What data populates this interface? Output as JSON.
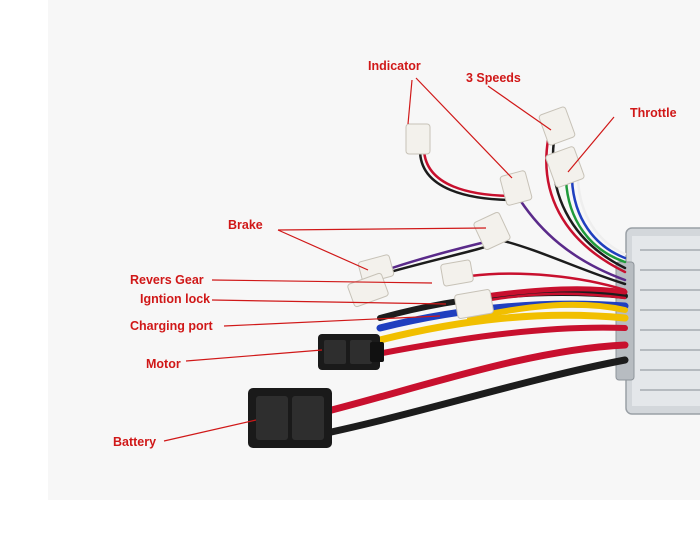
{
  "labels": {
    "indicator": "Indicator",
    "three_speeds": "3 Speeds",
    "throttle": "Throttle",
    "brake": "Brake",
    "revers_gear": "Revers Gear",
    "ignition_lock": "Igntion lock",
    "charging_port": "Charging port",
    "motor": "Motor",
    "battery": "Battery"
  },
  "colors": {
    "label_text": "#d01818",
    "leader_line": "#d01818",
    "controller_body": "#c9ced3",
    "connector_white": "#f3f1ec",
    "connector_black": "#1a1a1a",
    "wire_red": "#c8102e",
    "wire_black": "#1c1c1c",
    "wire_yellow": "#f1bf00",
    "wire_blue": "#1f3fbf",
    "wire_purple": "#5a2a8a",
    "wire_green": "#1f9a3b",
    "wire_white": "#eeeeee"
  }
}
